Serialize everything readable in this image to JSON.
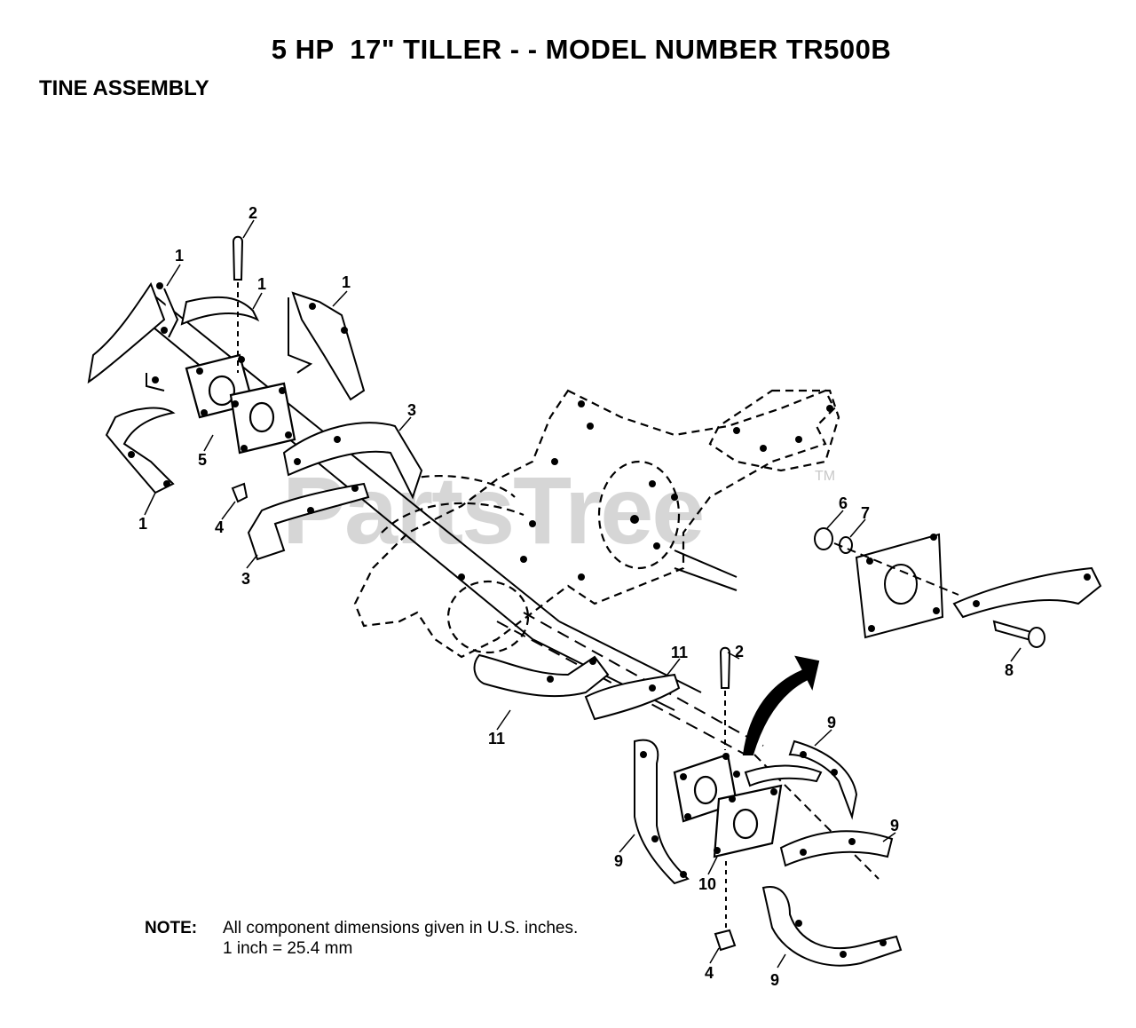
{
  "header": {
    "title": "5 HP  17\" TILLER - - MODEL NUMBER TR500B",
    "subtitle": "TINE ASSEMBLY"
  },
  "watermark": {
    "text": "PartsTree",
    "trademark": "TM"
  },
  "callouts": [
    "1",
    "1",
    "1",
    "1",
    "2",
    "3",
    "3",
    "4",
    "5",
    "6",
    "7",
    "8",
    "11",
    "11",
    "2",
    "9",
    "9",
    "9",
    "10",
    "4",
    "9"
  ],
  "note": {
    "label": "NOTE:",
    "line1": "All component dimensions given in U.S. inches.",
    "line2": "1 inch = 25.4 mm"
  },
  "colors": {
    "ink": "#000000",
    "paper": "#ffffff",
    "watermark": "#d6d6d6"
  }
}
